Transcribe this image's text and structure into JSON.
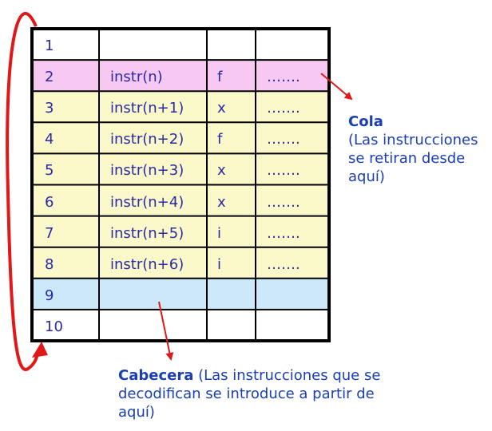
{
  "table": {
    "rows": [
      {
        "index": "1",
        "instr": "",
        "type": "",
        "more": "",
        "color": "#ffffff"
      },
      {
        "index": "2",
        "instr": "instr(n)",
        "type": "f",
        "more": "…….",
        "color": "#f7c9f2"
      },
      {
        "index": "3",
        "instr": "instr(n+1)",
        "type": "x",
        "more": "…….",
        "color": "#fbf9c9"
      },
      {
        "index": "4",
        "instr": "instr(n+2)",
        "type": "f",
        "more": "…….",
        "color": "#fbf9c9"
      },
      {
        "index": "5",
        "instr": "instr(n+3)",
        "type": "x",
        "more": "…….",
        "color": "#fbf9c9"
      },
      {
        "index": "6",
        "instr": "instr(n+4)",
        "type": "x",
        "more": "…….",
        "color": "#fbf9c9"
      },
      {
        "index": "7",
        "instr": "instr(n+5)",
        "type": "i",
        "more": "…….",
        "color": "#fbf9c9"
      },
      {
        "index": "8",
        "instr": "instr(n+6)",
        "type": "i",
        "more": "…….",
        "color": "#fbf9c9"
      },
      {
        "index": "9",
        "instr": "",
        "type": "",
        "more": "",
        "color": "#cde9f9"
      },
      {
        "index": "10",
        "instr": "",
        "type": "",
        "more": "",
        "color": "#ffffff"
      }
    ]
  },
  "cola": {
    "title": "Cola",
    "lines": [
      "(Las instrucciones",
      "se retiran desde",
      "aquí)"
    ]
  },
  "cabecera": {
    "title": "Cabecera",
    "lines": [
      "(Las instrucciones que se",
      "decodifican se introduce a partir de",
      "aquí)"
    ]
  },
  "colors": {
    "text": "#2a2aa8",
    "note": "#1a3fb0",
    "arrow": "#e01818",
    "border": "#000000"
  }
}
